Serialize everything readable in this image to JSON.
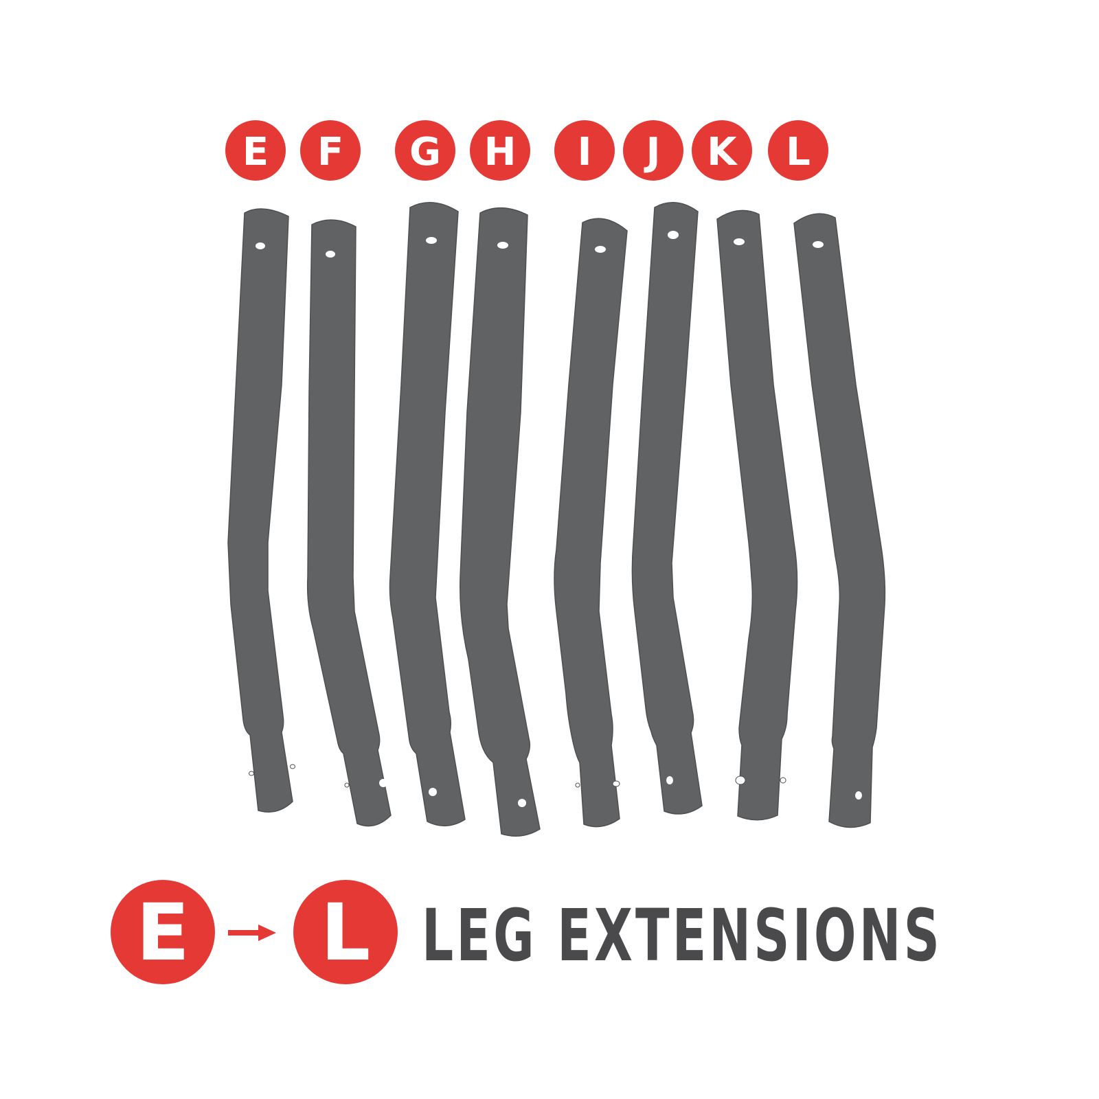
{
  "colors": {
    "badge": "#e53935",
    "tube": "#616264",
    "tube_outline": "#4e4f51",
    "hole": "#ffffff",
    "title": "#4a4a4c",
    "background": "#ffffff"
  },
  "parts": [
    {
      "letter": "E"
    },
    {
      "letter": "F"
    },
    {
      "letter": "G"
    },
    {
      "letter": "H"
    },
    {
      "letter": "I"
    },
    {
      "letter": "J"
    },
    {
      "letter": "K"
    },
    {
      "letter": "L"
    }
  ],
  "legend": {
    "from_letter": "E",
    "to_letter": "L",
    "arrow_icon": "right-arrow-icon",
    "title": "LEG EXTENSIONS"
  }
}
